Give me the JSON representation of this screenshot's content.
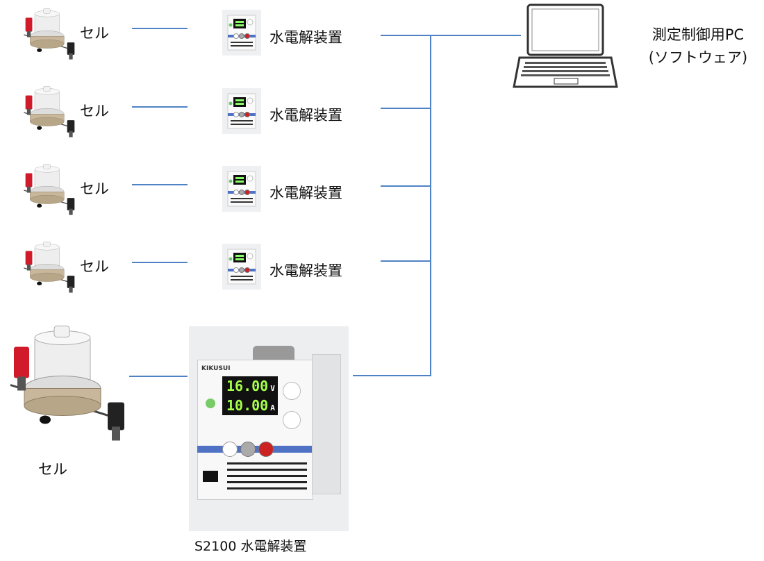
{
  "colors": {
    "connector": "#4f82c4"
  },
  "rows": [
    {
      "cell_label": "セル",
      "device_label": "水電解装置"
    },
    {
      "cell_label": "セル",
      "device_label": "水電解装置"
    },
    {
      "cell_label": "セル",
      "device_label": "水電解装置"
    },
    {
      "cell_label": "セル",
      "device_label": "水電解装置"
    }
  ],
  "main": {
    "cell_label": "セル",
    "device_label": "S2100 水電解装置",
    "device_display": {
      "brand": "KIKUSUI",
      "voltage": "16.00",
      "voltage_unit": "V",
      "current": "10.00",
      "current_unit": "A"
    }
  },
  "pc": {
    "line1": "測定制御用PC",
    "line2": "(ソフトウェア)"
  }
}
